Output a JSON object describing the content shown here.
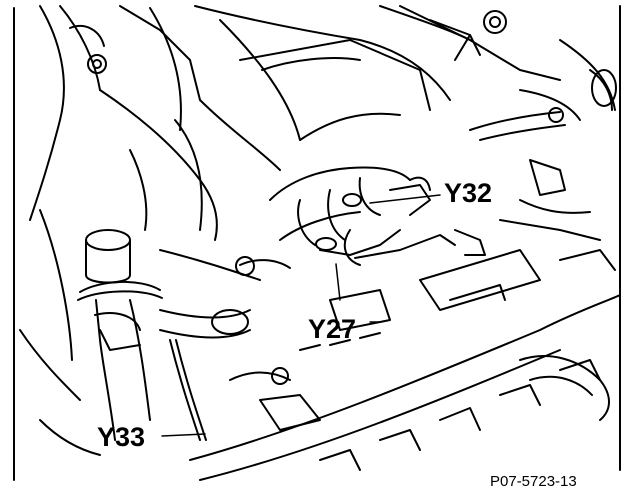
{
  "diagram": {
    "labels": {
      "y32": "Y32",
      "y27": "Y27",
      "y33": "Y33"
    },
    "figure_ref": "P07-5723-13",
    "colors": {
      "ink": "#000000",
      "paper": "#ffffff"
    }
  }
}
